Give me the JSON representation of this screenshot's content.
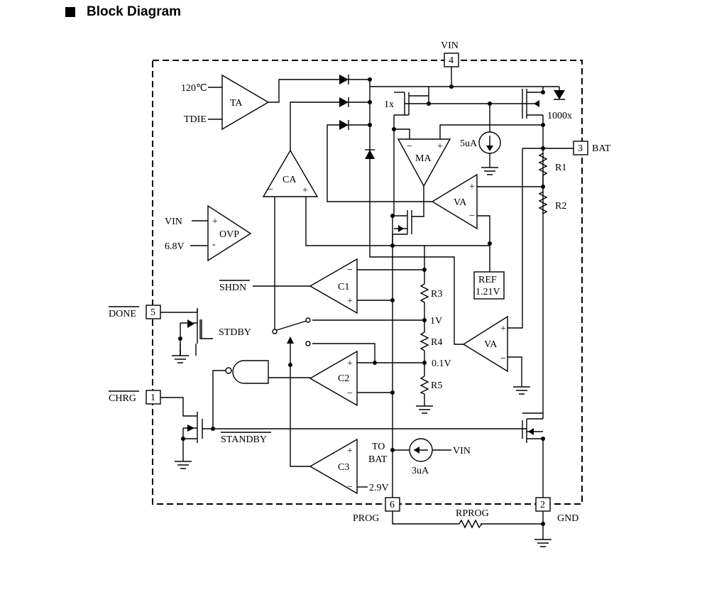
{
  "header": {
    "title": "Block Diagram",
    "bullet_icon": "square-bullet-icon"
  },
  "blocks": {
    "ta": "TA",
    "ca": "CA",
    "ma": "MA",
    "va_top": "VA",
    "va_bottom": "VA",
    "ovp": "OVP",
    "c1": "C1",
    "c2": "C2",
    "c3": "C3",
    "ref": [
      "REF",
      "1.21V"
    ]
  },
  "pins": [
    {
      "num": "4",
      "label": "VIN"
    },
    {
      "num": "3",
      "label": "BAT"
    },
    {
      "num": "5",
      "label": "DONE"
    },
    {
      "num": "1",
      "label": "CHRG"
    },
    {
      "num": "6",
      "label": "PROG"
    },
    {
      "num": "2",
      "label": "GND"
    }
  ],
  "labels": {
    "temp": "120℃",
    "tdie": "TDIE",
    "mirror_1x": "1x",
    "mirror_1000x": "1000x",
    "current_5ua": "5uA",
    "current_3ua": "3uA",
    "r1": "R1",
    "r2": "R2",
    "r3": "R3",
    "r4": "R4",
    "r5": "R5",
    "rprog": "RPROG",
    "vin_ovp": "VIN",
    "v68": "6.8V",
    "shdn": "SHDN",
    "stdby": "STDBY",
    "standby": "STANDBY",
    "v1": "1V",
    "v01": "0.1V",
    "to": "TO",
    "bat": "BAT",
    "v29": "2.9V",
    "vin_3ua": "VIN"
  }
}
